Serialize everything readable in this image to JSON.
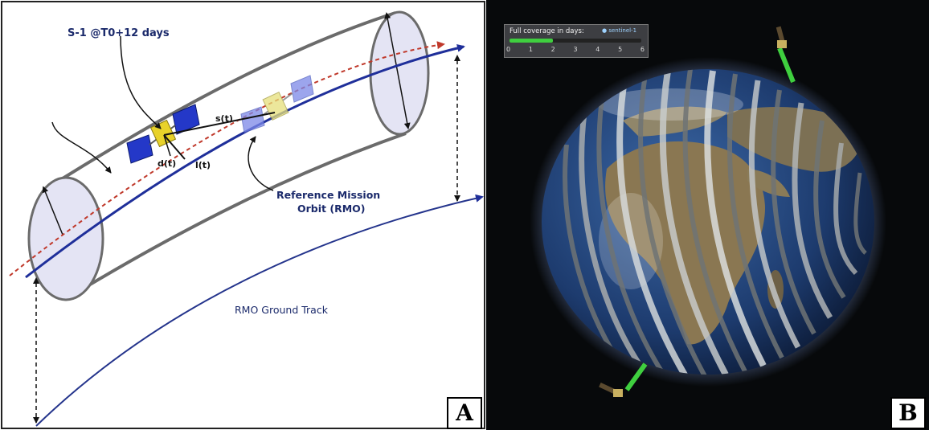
{
  "panel_a": {
    "satellite_label": "S-1 @T0+12 days",
    "s_label": "s(t)",
    "d_label": "d(t)",
    "l_label": "l(t)",
    "rmo_label_line1": "Reference Mission",
    "rmo_label_line2": "Orbit (RMO)",
    "ground_track_label": "RMO Ground Track",
    "panel_letter": "A"
  },
  "panel_b": {
    "coverage_title": "Full coverage in days:",
    "logo_text": "sentinel-1",
    "coverage_progress": 0.33,
    "scale_ticks": [
      "0",
      "1",
      "2",
      "3",
      "4",
      "5",
      "6"
    ],
    "panel_letter": "B"
  },
  "colors": {
    "orbit_blue": "#1f2f9a",
    "ground_track_blue": "#24348c",
    "dashed_red": "#c0392b",
    "tube_gray": "#6b6b6b",
    "solar_panel_blue": "#2438c8",
    "coverage_green": "#3fcf3f",
    "swath_gray": "#a8acad"
  }
}
